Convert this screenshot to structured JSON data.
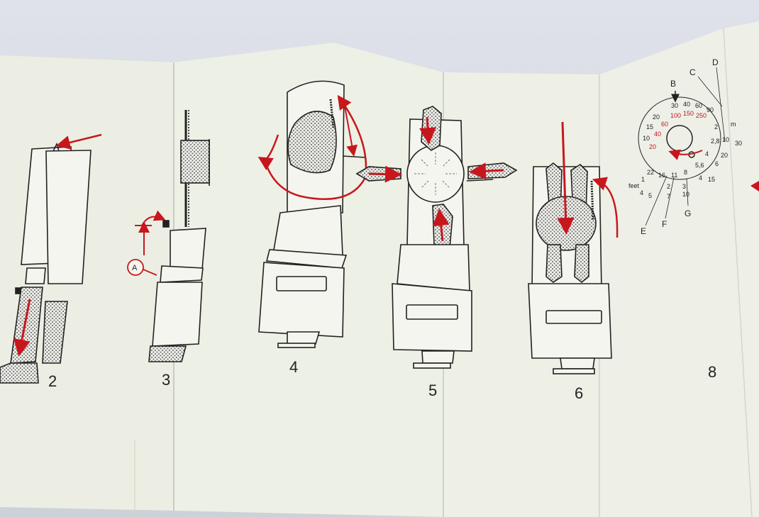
{
  "colors": {
    "paper": "#ecefe4",
    "ink": "#222222",
    "accent_red": "#c8161d",
    "hatch": "#9a9a9a"
  },
  "steps": [
    {
      "label": "2"
    },
    {
      "label": "3"
    },
    {
      "label": "4"
    },
    {
      "label": "5"
    },
    {
      "label": "6"
    },
    {
      "label": "8"
    }
  ],
  "step3": {
    "marker_label": "A"
  },
  "dial": {
    "letters": [
      "B",
      "C",
      "D",
      "E",
      "F",
      "G"
    ],
    "outer_scale": [
      "10",
      "15",
      "20",
      "30",
      "40",
      "60",
      "90"
    ],
    "red_scale": [
      "20",
      "40",
      "60",
      "100",
      "150",
      "250"
    ],
    "right_scale": [
      "2",
      "2,8",
      "4",
      "5,6",
      "8"
    ],
    "m_scale": [
      "10",
      "20",
      "30"
    ],
    "m_unit": "m",
    "lower_scale": [
      "22",
      "16",
      "11",
      "8"
    ],
    "feet_label": "feet",
    "feet_values": [
      "4",
      "5"
    ],
    "misc_values": [
      "1",
      "2",
      "7",
      "3",
      "10",
      "4",
      "15",
      "6"
    ]
  }
}
